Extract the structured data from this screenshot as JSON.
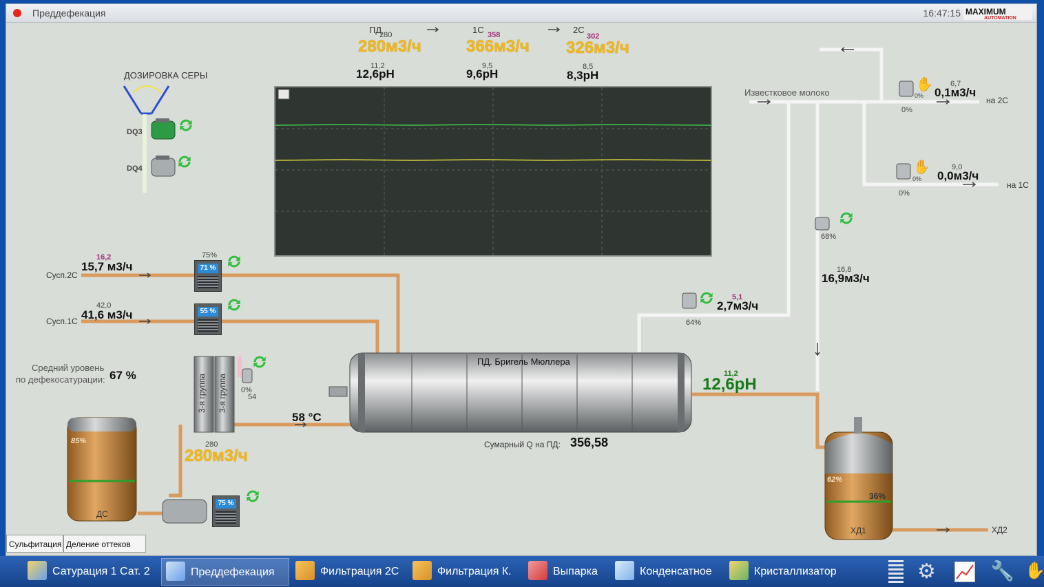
{
  "window": {
    "title": "Преддефекация",
    "clock": "16:47:15",
    "logo_text": "MAXIMUM AUTOMATION"
  },
  "top_flows": [
    {
      "name": "ПД",
      "setpoint": "280",
      "flow": "280м3/ч",
      "ph_set": "11,2",
      "ph": "12,6pH"
    },
    {
      "name": "1С",
      "setpoint": "358",
      "flow": "366м3/ч",
      "ph_set": "9,5",
      "ph": "9,6pH"
    },
    {
      "name": "2С",
      "setpoint": "302",
      "flow": "326м3/ч",
      "ph_set": "8,5",
      "ph": "8,3pH"
    }
  ],
  "sulfur_dosing": {
    "title": "ДОЗИРОВКА СЕРЫ",
    "pump1": "DQ3",
    "pump2": "DQ4"
  },
  "lime_milk": {
    "title": "Известковое молоко",
    "branch_2c": {
      "setpoint": "6,7",
      "flow": "0,1м3/ч",
      "dest": "на 2С",
      "valve_pct": "0%",
      "pos": "0%"
    },
    "branch_1c": {
      "setpoint": "9,0",
      "flow": "0,0м3/ч",
      "dest": "на 1С",
      "valve_pct": "0%",
      "pos": "0%"
    },
    "main_valve": "68%",
    "main_setpoint": "16,8",
    "main_flow": "16,9м3/ч"
  },
  "small_valve": {
    "pct": "64%",
    "setpoint": "5,1",
    "flow": "2,7м3/ч"
  },
  "susp_2c": {
    "label": "Сусп.2С",
    "setpoint": "16,2",
    "flow": "15,7 м3/ч",
    "pct_top": "75%",
    "pump": "71 %"
  },
  "susp_1c": {
    "label": "Сусп.1С",
    "setpoint": "42,0",
    "flow": "41,6 м3/ч",
    "pump": "55 %"
  },
  "avg_level": {
    "label_line1": "Средний уровень",
    "label_line2": "по дефекосатурации:",
    "value": "67 %"
  },
  "heaters": {
    "g1": "3-я группа",
    "g2": "3-я группа",
    "valve_pct": "0%",
    "valve_val": "54"
  },
  "temp": "58 °C",
  "main_flow": {
    "setpoint": "280",
    "value": "280м3/ч"
  },
  "ds_tank": {
    "label": "ДС",
    "level": "85%"
  },
  "bottom_pump": {
    "pct": "75 %"
  },
  "pd_tank": {
    "title": "ПД. Бригель Мюллера",
    "sum_label": "Сумарный Q на ПД:",
    "sum_value": "356,58",
    "ph_set": "11,2",
    "ph": "12,6pH"
  },
  "hd1": {
    "label": "ХД1",
    "level": "62%",
    "value": "36%",
    "out": "ХД2"
  },
  "tabs": [
    "Сульфитация",
    "Деление оттеков ПФ"
  ],
  "taskbar": [
    {
      "label": "Сатурация 1 Сат. 2",
      "active": false
    },
    {
      "label": "Преддефекация",
      "active": true
    },
    {
      "label": "Фильтрация 2С",
      "active": false
    },
    {
      "label": "Фильтрация К.",
      "active": false
    },
    {
      "label": "Выпарка",
      "active": false
    },
    {
      "label": "Конденсатное",
      "active": false
    },
    {
      "label": "Кристаллизатор",
      "active": false
    }
  ],
  "colors": {
    "pipe_orange": "#d99a5e",
    "pipe_white": "#f2f2f2",
    "flow_yellow": "#f1b81a",
    "ph_green": "#177a17"
  }
}
